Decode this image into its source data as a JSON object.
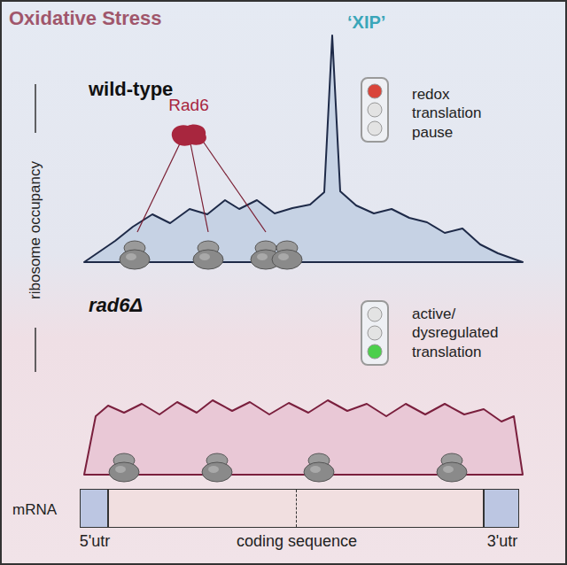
{
  "diagram": {
    "title": "Oxidative Stress",
    "nodes": [
      {
        "text": [
          "Rad6"
        ]
      },
      {
        "text": [
          "5'utr"
        ]
      },
      {
        "text": [
          "coding sequence"
        ]
      },
      {
        "text": [
          "3'utr"
        ]
      }
    ],
    "labels": [
      "‘XIP’",
      "wild-type",
      "redox translation pause",
      "rad6Δ",
      "active/ dysregulated translation",
      "ribosome occupancy",
      "mRNA"
    ]
  }
}
